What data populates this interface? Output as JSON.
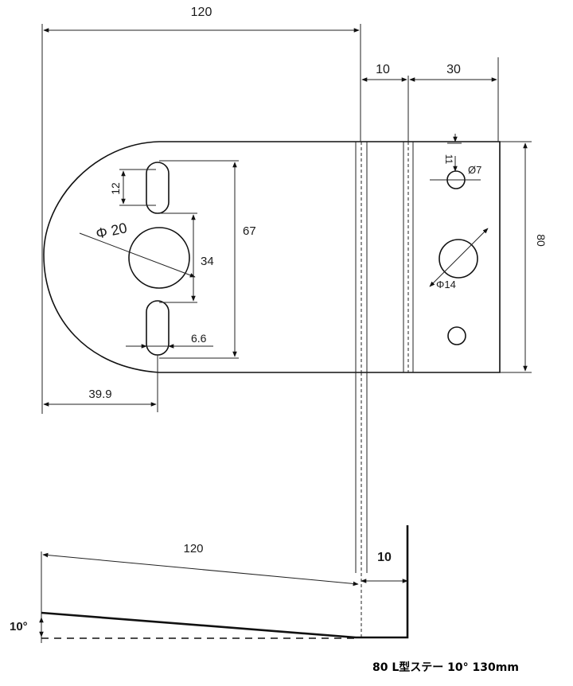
{
  "dimensions": {
    "top_width": "120",
    "bend_width": "10",
    "right_part": "30",
    "slot_width": "12",
    "big_hole": "Φ 20",
    "slot_span": "67",
    "hole_offset": "34",
    "slot_inner": "6.6",
    "left_offset": "39.9",
    "small_hole": "Ø7",
    "small_hole_offset": "11",
    "mid_hole": "Φ14",
    "height": "80",
    "side_length": "120",
    "side_bend": "10",
    "angle": "10°"
  },
  "caption": "80 L型ステー 10° 130mm"
}
